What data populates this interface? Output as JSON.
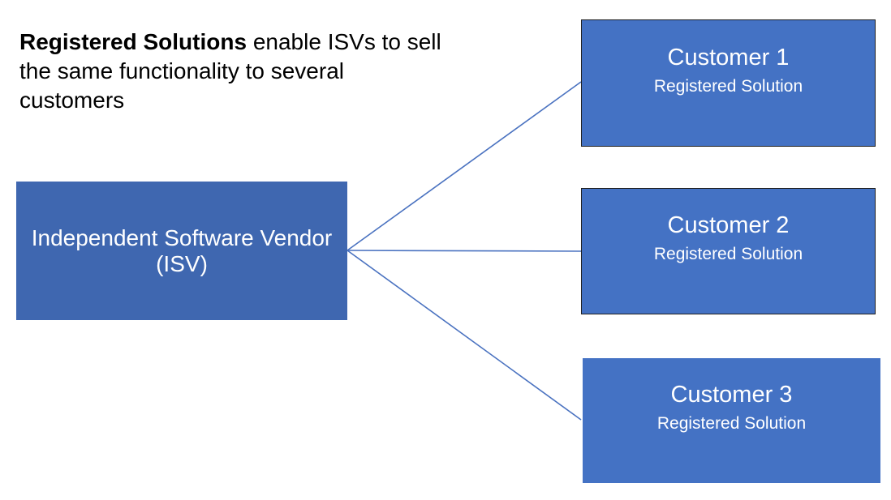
{
  "heading": {
    "bold_text": "Registered Solutions",
    "rest_text": " enable ISVs to sell the same functionality to several customers"
  },
  "isv": {
    "label": "Independent Software Vendor (ISV)"
  },
  "customers": [
    {
      "name": "Customer 1",
      "subtitle": "Registered Solution"
    },
    {
      "name": "Customer 2",
      "subtitle": "Registered Solution"
    },
    {
      "name": "Customer 3",
      "subtitle": "Registered Solution"
    }
  ],
  "colors": {
    "isv_fill": "#3f67b0",
    "customer_fill": "#4472c4",
    "connector": "#4a72c0"
  }
}
